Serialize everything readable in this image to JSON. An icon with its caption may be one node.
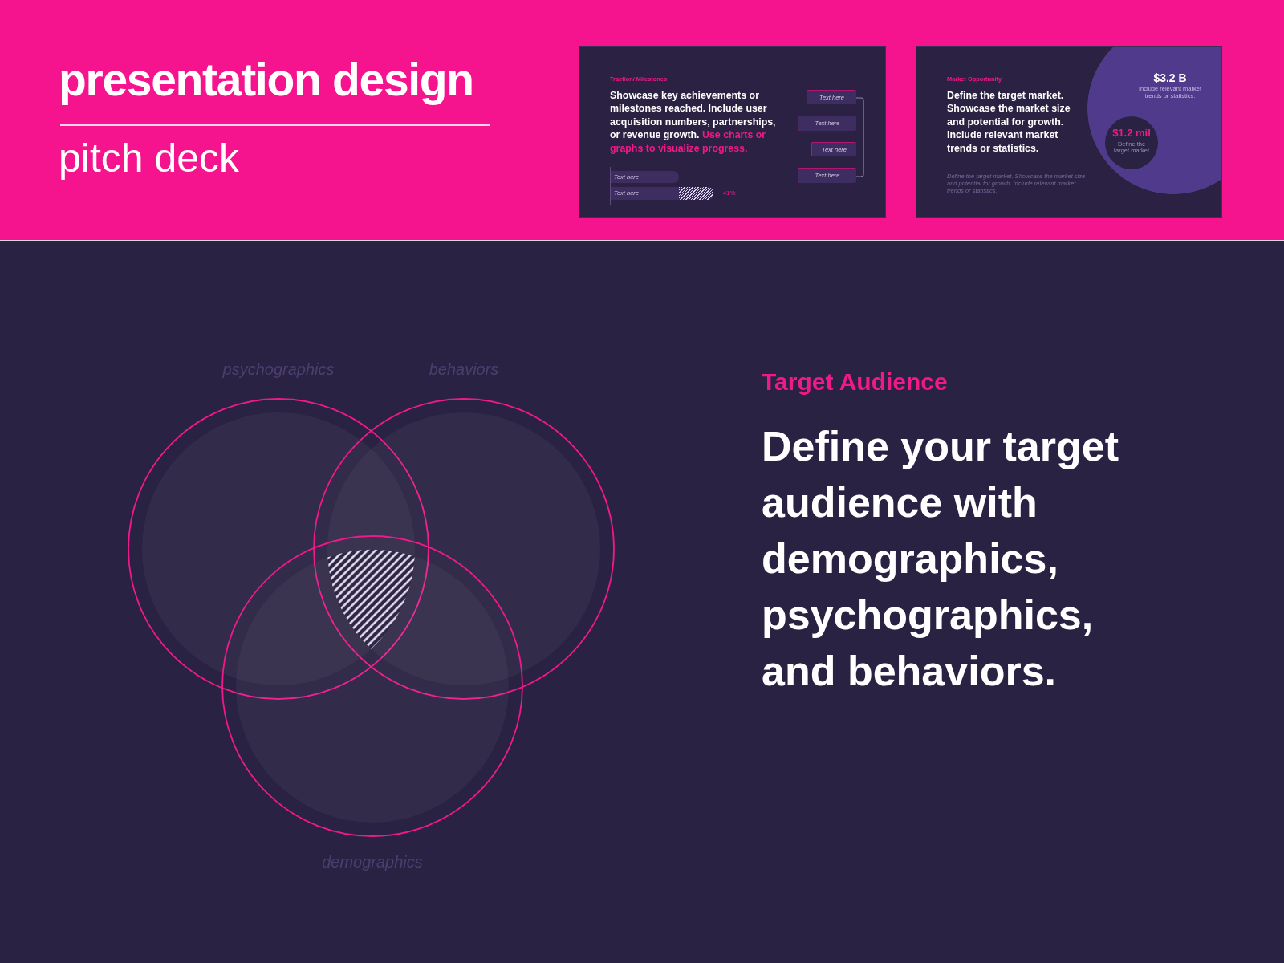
{
  "diagram": {
    "title": "presentation design",
    "nodes": [
      {
        "text": [
          "Traction/ Milestones",
          "Showcase key achievements or milestones reached. Include user acquisition numbers, partnerships, or revenue growth.",
          "Use charts or graphs to visualize progress."
        ]
      },
      {
        "text": [
          "Text here"
        ],
        "in": 0
      },
      {
        "text": [
          "Text here"
        ],
        "in": 0,
        "beside": [
          "+41%"
        ]
      },
      {
        "text": [
          "Text here"
        ],
        "in": 0
      },
      {
        "text": [
          "Text here"
        ],
        "in": 0
      },
      {
        "text": [
          "Text here"
        ],
        "in": 0
      },
      {
        "text": [
          "Text here"
        ],
        "in": 0
      },
      {
        "text": [
          "Market Opportunity",
          "Define the target market. Showcase the market size and potential for growth. Include relevant market trends or statistics.",
          "Define the target market. Showcase the market size and potential for growth. Include relevant market trends or statistics."
        ]
      },
      {
        "text": [
          "$3.2 B",
          "Include relevant market trends or statistics."
        ],
        "in": 7
      },
      {
        "text": [
          "$1.2 mil",
          "Define the target market"
        ],
        "in": 8
      },
      {
        "text": [
          "Target Audience",
          "Define your target audience with demographics, psychographics, and behaviors."
        ]
      },
      {
        "text": [
          "psychographics"
        ],
        "in": 10
      },
      {
        "text": [
          "behaviors"
        ],
        "in": 10
      },
      {
        "text": [
          "demographics"
        ],
        "in": 10
      },
      {
        "text": [],
        "shape": "region"
      }
    ],
    "labels": [
      "pitch deck"
    ]
  }
}
